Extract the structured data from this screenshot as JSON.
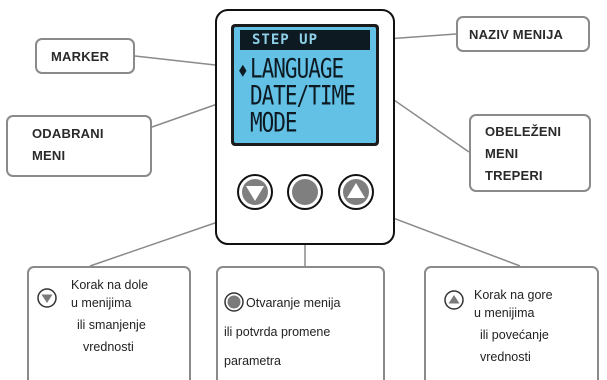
{
  "lcd": {
    "title": "STEP UP",
    "marker": "♦",
    "lines": [
      "LANGUAGE",
      "DATE/TIME",
      "MODE"
    ]
  },
  "callouts": {
    "marker": "MARKER",
    "menu_name": "NAZIV MENIJA",
    "selected_menu": [
      "ODABRANI",
      "MENI"
    ],
    "highlighted_menu": [
      "OBELEŽENI",
      "MENI",
      "TREPERI"
    ]
  },
  "buttons": {
    "down": {
      "icon": "down-triangle-icon",
      "description": [
        "Korak na dole",
        "u menijima",
        "ili smanjenje",
        "vrednosti"
      ]
    },
    "center": {
      "icon": "circle-icon",
      "description": [
        "Otvaranje menija",
        "ili potvrda promene",
        "parametra"
      ]
    },
    "up": {
      "icon": "up-triangle-icon",
      "description": [
        "Korak na gore",
        "u menijima",
        "ili povećanje",
        "vrednosti"
      ]
    }
  },
  "colors": {
    "lcd_background": "#63c1e6",
    "button_fill": "#7f7f7f",
    "outline": "#8a8a8a"
  }
}
